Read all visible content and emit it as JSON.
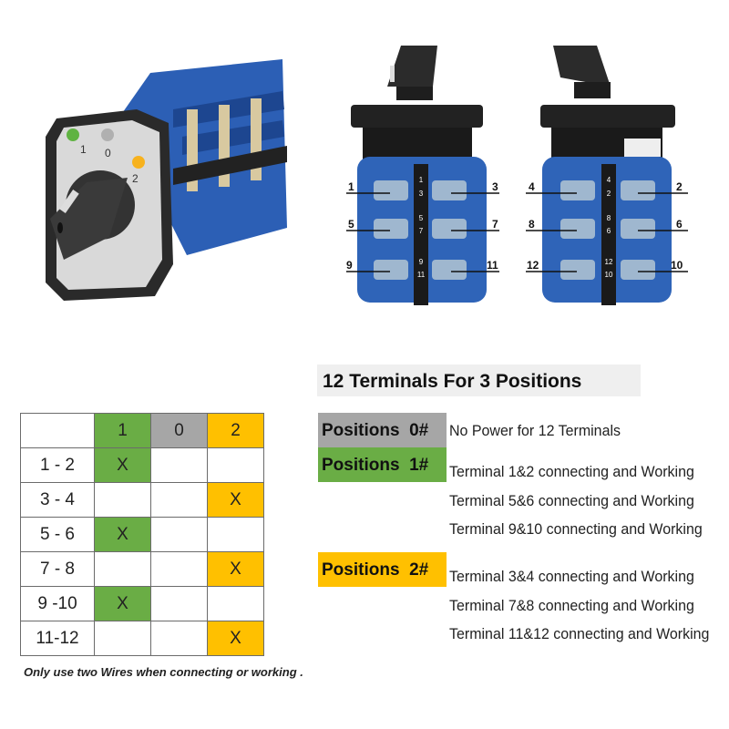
{
  "colors": {
    "green": "#6aad45",
    "grey": "#a6a6a6",
    "orange": "#ffc000",
    "blue": "#2f64b8"
  },
  "front_view": {
    "position_labels": [
      "1",
      "0",
      "2"
    ],
    "dot_colors": [
      "#5fb342",
      "#b0b0b0",
      "#f7b21e"
    ]
  },
  "rear_view_a": {
    "left_terminals": [
      "1",
      "5",
      "9"
    ],
    "right_terminals": [
      "3",
      "7",
      "11"
    ],
    "strip_labels": [
      [
        "1",
        "3"
      ],
      [
        "5",
        "7"
      ],
      [
        "9",
        "11"
      ]
    ]
  },
  "rear_view_b": {
    "left_terminals": [
      "4",
      "8",
      "12"
    ],
    "right_terminals": [
      "2",
      "6",
      "10"
    ],
    "strip_labels": [
      [
        "4",
        "2"
      ],
      [
        "8",
        "6"
      ],
      [
        "12",
        "10"
      ]
    ]
  },
  "table": {
    "headers": [
      "",
      "1",
      "0",
      "2"
    ],
    "rows": [
      {
        "label": "1 - 2",
        "marks": [
          "X",
          "",
          ""
        ]
      },
      {
        "label": "3 - 4",
        "marks": [
          "",
          "",
          "X"
        ]
      },
      {
        "label": "5 - 6",
        "marks": [
          "X",
          "",
          ""
        ]
      },
      {
        "label": "7 - 8",
        "marks": [
          "",
          "",
          "X"
        ]
      },
      {
        "label": "9 -10",
        "marks": [
          "X",
          "",
          ""
        ]
      },
      {
        "label": "11-12",
        "marks": [
          "",
          "",
          "X"
        ]
      }
    ],
    "note": "Only use two Wires when connecting or working ."
  },
  "legend": {
    "title": "12 Terminals For 3 Positions",
    "positions": [
      {
        "label": "Positions  0#",
        "lines": [
          "No Power for 12 Terminals"
        ]
      },
      {
        "label": "Positions  1#",
        "lines": [
          "Terminal 1&2 connecting and Working",
          "Terminal 5&6 connecting and Working",
          "Terminal 9&10 connecting and Working"
        ]
      },
      {
        "label": "Positions  2#",
        "lines": [
          "Terminal 3&4 connecting and Working",
          "Terminal 7&8 connecting and Working",
          "Terminal 11&12 connecting and Working"
        ]
      }
    ]
  }
}
